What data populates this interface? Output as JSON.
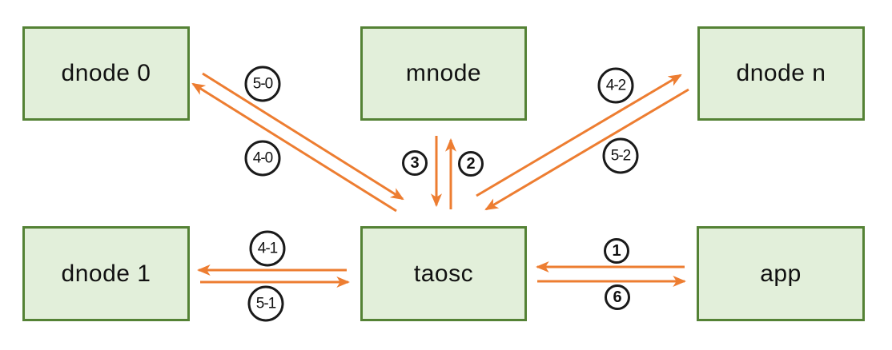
{
  "diagram": {
    "nodes": [
      {
        "id": "dnode0",
        "label": "dnode 0"
      },
      {
        "id": "mnode",
        "label": "mnode"
      },
      {
        "id": "dnoden",
        "label": "dnode n"
      },
      {
        "id": "dnode1",
        "label": "dnode 1"
      },
      {
        "id": "taosc",
        "label": "taosc"
      },
      {
        "id": "app",
        "label": "app"
      }
    ],
    "edge_labels": [
      {
        "id": "label-5-0",
        "text": "5-0"
      },
      {
        "id": "label-4-0",
        "text": "4-0"
      },
      {
        "id": "label-4-1",
        "text": "4-1"
      },
      {
        "id": "label-5-1",
        "text": "5-1"
      },
      {
        "id": "label-4-2",
        "text": "4-2"
      },
      {
        "id": "label-5-2",
        "text": "5-2"
      },
      {
        "id": "label-3",
        "text": "3"
      },
      {
        "id": "label-2",
        "text": "2"
      },
      {
        "id": "label-1",
        "text": "1"
      },
      {
        "id": "label-6",
        "text": "6"
      }
    ],
    "edges": [
      {
        "label": "1",
        "from": "app",
        "to": "taosc"
      },
      {
        "label": "2",
        "from": "taosc",
        "to": "mnode"
      },
      {
        "label": "3",
        "from": "mnode",
        "to": "taosc"
      },
      {
        "label": "4-0",
        "from": "taosc",
        "to": "dnode 0"
      },
      {
        "label": "5-0",
        "from": "dnode 0",
        "to": "taosc"
      },
      {
        "label": "4-1",
        "from": "taosc",
        "to": "dnode 1"
      },
      {
        "label": "5-1",
        "from": "dnode 1",
        "to": "taosc"
      },
      {
        "label": "4-2",
        "from": "taosc",
        "to": "dnode n"
      },
      {
        "label": "5-2",
        "from": "dnode n",
        "to": "taosc"
      },
      {
        "label": "6",
        "from": "taosc",
        "to": "app"
      }
    ]
  },
  "colors": {
    "background": "#ffffff",
    "node_fill": "#e2efda",
    "node_border": "#548235",
    "arrow": "#ed7d31",
    "label_circle_border": "#1a1a1a",
    "text": "#111111"
  }
}
